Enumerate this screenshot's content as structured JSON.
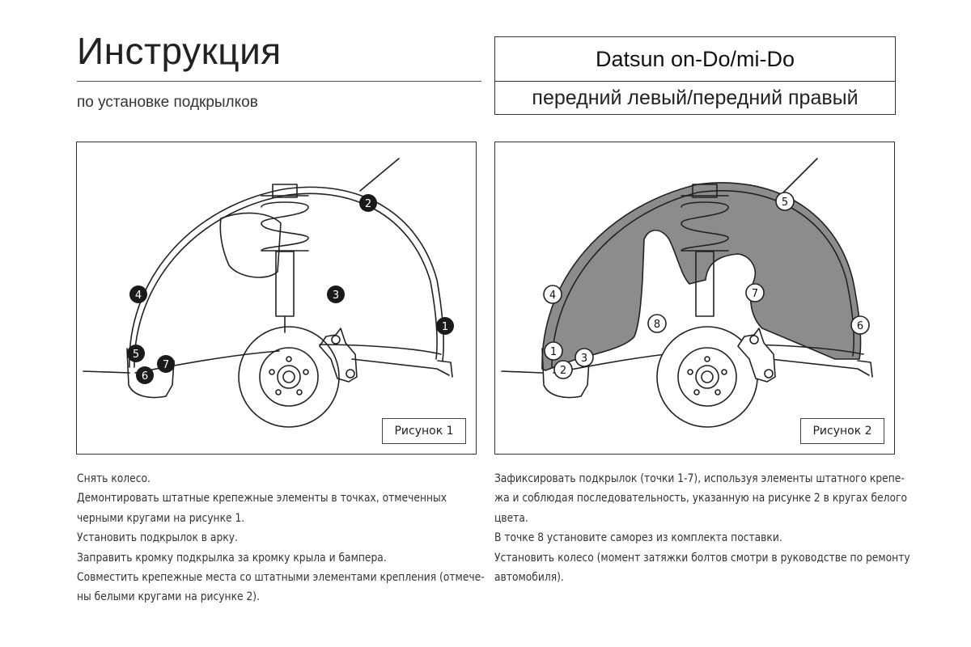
{
  "header": {
    "title": "Инструкция",
    "subtitle": "по установке подкрылков"
  },
  "model_box": {
    "model": "Datsun on-Do/mi-Do",
    "position": "передний левый/передний правый"
  },
  "figures": [
    {
      "caption": "Рисунок 1",
      "markers": [
        {
          "label": "1",
          "style": "black"
        },
        {
          "label": "2",
          "style": "black"
        },
        {
          "label": "3",
          "style": "black"
        },
        {
          "label": "4",
          "style": "black"
        },
        {
          "label": "5",
          "style": "black"
        },
        {
          "label": "6",
          "style": "black"
        },
        {
          "label": "7",
          "style": "black"
        }
      ]
    },
    {
      "caption": "Рисунок 2",
      "markers": [
        {
          "label": "1",
          "style": "white"
        },
        {
          "label": "2",
          "style": "white"
        },
        {
          "label": "3",
          "style": "white"
        },
        {
          "label": "4",
          "style": "white"
        },
        {
          "label": "5",
          "style": "white"
        },
        {
          "label": "6",
          "style": "white"
        },
        {
          "label": "7",
          "style": "white"
        },
        {
          "label": "8",
          "style": "white"
        }
      ]
    }
  ],
  "instructions_left": [
    "Снять колесо.",
    "Демонтировать штатные крепежные элементы в точках, отмеченных",
    "черными кругами на рисунке 1.",
    "Установить подкрылок в арку.",
    "Заправить кромку подкрылка за кромку крыла и бампера.",
    "Совместить крепежные места со штатными элементами крепления (отмече-",
    "ны белыми кругами на рисунке 2)."
  ],
  "instructions_right": [
    "Зафиксировать подкрылок (точки 1-7), используя элементы штатного крепе-",
    "жа и соблюдая последовательность, указанную на рисунке 2 в кругах белого",
    "цвета.",
    "В точке 8 установите саморез из комплекта поставки.",
    "Установить колесо (момент затяжки болтов смотри в руководстве по ремонту",
    "автомобиля)."
  ],
  "colors": {
    "liner_fill": "#8c8c8c",
    "line": "#222222",
    "marker_black": "#1a1a1a",
    "marker_white": "#ffffff"
  }
}
